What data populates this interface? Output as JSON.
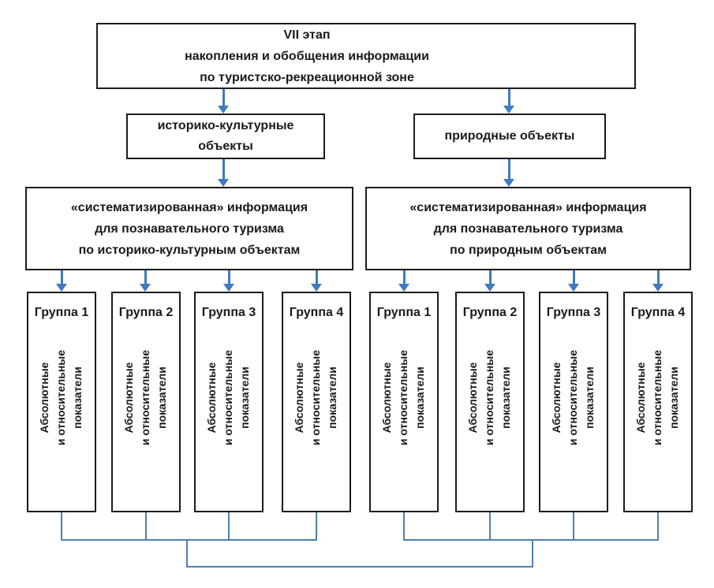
{
  "colors": {
    "arrow": "#3e7bc1",
    "connector_line": "#4e80ad",
    "box_border": "#1c1c1c",
    "background": "#ffffff"
  },
  "root_box": {
    "lines": [
      "VII этап",
      "накопления и обобщения информации",
      "по туристско-рекреационной зоне"
    ]
  },
  "left_branch": {
    "category_box": {
      "lines": [
        "историко-культурные",
        "объекты"
      ]
    },
    "info_box": {
      "lines": [
        "«систематизированная» информация",
        "для познавательного туризма",
        "по историко-культурным объектам"
      ]
    },
    "groups": [
      {
        "label": "Группа 1"
      },
      {
        "label": "Группа 2"
      },
      {
        "label": "Группа 3"
      },
      {
        "label": "Группа 4"
      }
    ]
  },
  "right_branch": {
    "category_box": {
      "lines": [
        "природные объекты"
      ]
    },
    "info_box": {
      "lines": [
        "«систематизированная» информация",
        "для познавательного туризма",
        "по природным объектам"
      ]
    },
    "groups": [
      {
        "label": "Группа 1"
      },
      {
        "label": "Группа 2"
      },
      {
        "label": "Группа 3"
      },
      {
        "label": "Группа 4"
      }
    ]
  },
  "indicator_text": {
    "lines": [
      "Абсолютные",
      "и относительные",
      "показатели"
    ]
  }
}
